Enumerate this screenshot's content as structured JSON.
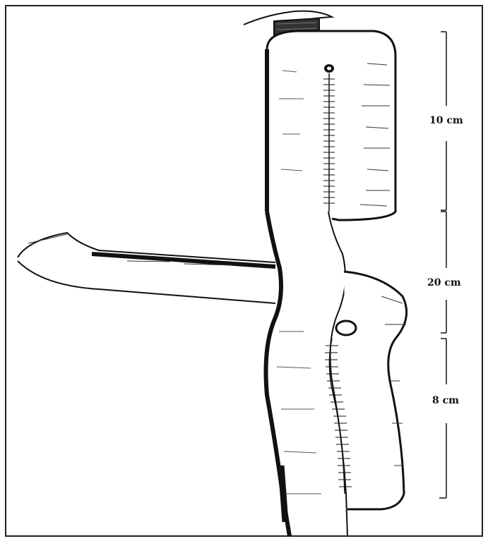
{
  "figure": {
    "measurements": [
      {
        "id": "upper",
        "label": "10 cm"
      },
      {
        "id": "middle",
        "label": "20 cm"
      },
      {
        "id": "lower",
        "label": "8 cm"
      }
    ]
  },
  "colors": {
    "ink": "#111111",
    "background": "#ffffff"
  }
}
